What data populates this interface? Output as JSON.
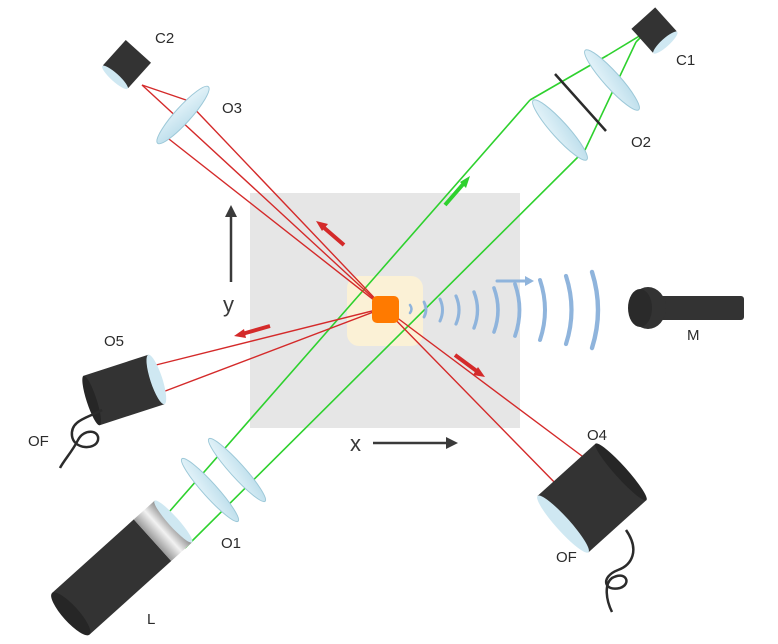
{
  "labels": {
    "c1": "C1",
    "c2": "C2",
    "o1": "O1",
    "o2": "O2",
    "o3": "O3",
    "o4": "O4",
    "o5": "O5",
    "m": "M",
    "l": "L",
    "of_left": "OF",
    "of_right": "OF",
    "axis_x": "x",
    "axis_y": "y"
  },
  "colors": {
    "laser_green": "#2ed12e",
    "beam_red": "#d42a2a",
    "sample_orange": "#ff7a00",
    "sound_blue": "#8fb4dc",
    "device_dark": "#333333",
    "lens_blue": "#cfe8f2",
    "chamber_gray": "#e6e6e6"
  }
}
